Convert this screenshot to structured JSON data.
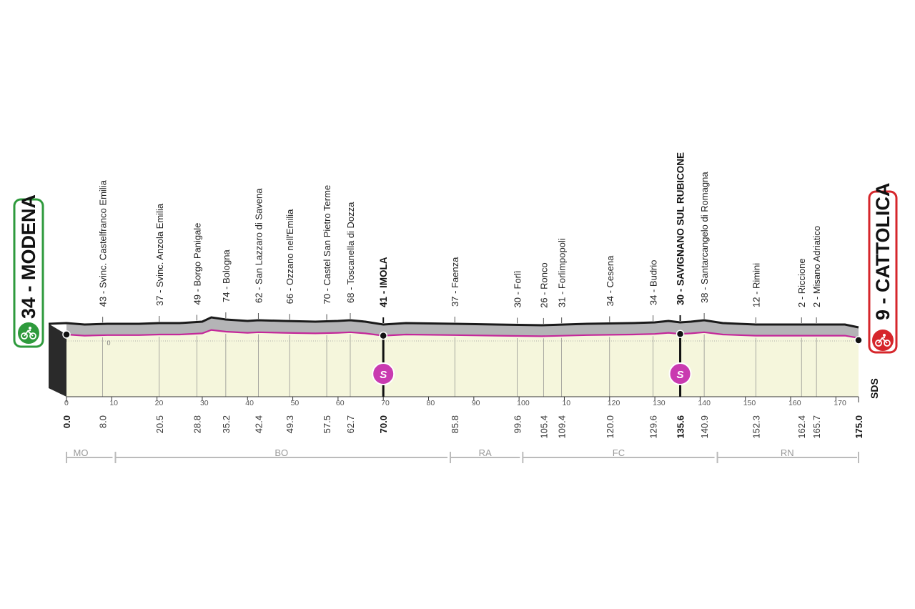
{
  "start": {
    "name": "34 - MODENA",
    "color": "#2e9a3c",
    "icon": "bicycle-icon"
  },
  "finish": {
    "name": "9 - CATTOLICA",
    "color": "#d6262b",
    "icon": "bicycle-icon"
  },
  "brand": "SDS",
  "colors": {
    "fill": "#f5f6dc",
    "top": "#b4b4b6",
    "route": "#c4289a",
    "sprint": "#c93ab0"
  },
  "chart_data": {
    "type": "area",
    "xlim": [
      0,
      175
    ],
    "profile_km": [
      0,
      4,
      9,
      16,
      20.5,
      25,
      30,
      32,
      35.2,
      40,
      42.4,
      48,
      55,
      60,
      62.7,
      66,
      68,
      70,
      75,
      85.8,
      95,
      105,
      115,
      125,
      130,
      133,
      135.6,
      138,
      140.9,
      145,
      152.3,
      160,
      165.7,
      170,
      172,
      175
    ],
    "ticks": [
      0,
      10,
      20,
      30,
      40,
      50,
      60,
      70,
      80,
      90,
      100,
      110,
      120,
      130,
      140,
      150,
      160,
      170
    ],
    "tick_labels": [
      "0",
      "10",
      "20",
      "30",
      "40",
      "50",
      "60",
      "70",
      "80",
      "90",
      "100",
      "10",
      "120",
      "130",
      "140",
      "150",
      "160",
      "170"
    ],
    "axis_zero_label": "0",
    "waypoints": [
      {
        "km": 0.0,
        "km_label": "0.0",
        "label": "",
        "bold": true
      },
      {
        "km": 8.0,
        "km_label": "8.0",
        "label": "43 - Svinc. Castelfranco Emilia"
      },
      {
        "km": 20.5,
        "km_label": "20.5",
        "label": "37 - Svinc. Anzola Emilia"
      },
      {
        "km": 28.8,
        "km_label": "28.8",
        "label": "49 - Borgo Panigale"
      },
      {
        "km": 35.2,
        "km_label": "35.2",
        "label": "74 - Bologna"
      },
      {
        "km": 42.4,
        "km_label": "42.4",
        "label": "62 - San Lazzaro di Savena"
      },
      {
        "km": 49.3,
        "km_label": "49.3",
        "label": "66 - Ozzano nell'Emilia"
      },
      {
        "km": 57.5,
        "km_label": "57.5",
        "label": "70 - Castel San Pietro Terme"
      },
      {
        "km": 62.7,
        "km_label": "62.7",
        "label": "68 - Toscanella di Dozza"
      },
      {
        "km": 70.0,
        "km_label": "70.0",
        "label": "41 - IMOLA",
        "bold": true,
        "sprint": true
      },
      {
        "km": 85.8,
        "km_label": "85.8",
        "label": "37 - Faenza"
      },
      {
        "km": 99.6,
        "km_label": "99.6",
        "label": "30 - Forlì"
      },
      {
        "km": 105.4,
        "km_label": "105.4",
        "label": "26 - Ronco"
      },
      {
        "km": 109.4,
        "km_label": "109.4",
        "label": "31 - Forlimpopoli"
      },
      {
        "km": 120.0,
        "km_label": "120.0",
        "label": "34 - Cesena"
      },
      {
        "km": 129.6,
        "km_label": "129.6",
        "label": "34 - Budrio"
      },
      {
        "km": 135.6,
        "km_label": "135.6",
        "label": "30 - SAVIGNANO SUL RUBICONE",
        "bold": true,
        "sprint": true
      },
      {
        "km": 140.9,
        "km_label": "140.9",
        "label": "38 - Santarcangelo di Romagna"
      },
      {
        "km": 152.3,
        "km_label": "152.3",
        "label": "12 - Rimini"
      },
      {
        "km": 162.4,
        "km_label": "162.4",
        "label": "2 - Riccione"
      },
      {
        "km": 165.7,
        "km_label": "165.7",
        "label": "2 - Misano Adriatico"
      },
      {
        "km": 175.0,
        "km_label": "175.0",
        "label": "",
        "bold": true
      }
    ],
    "sprint_symbol": "S",
    "regions": [
      {
        "name": "MO",
        "from": 0,
        "to": 10.5
      },
      {
        "name": "BO",
        "from": 10.5,
        "to": 84.5
      },
      {
        "name": "RA",
        "from": 84.5,
        "to": 100.5
      },
      {
        "name": "FC",
        "from": 100.5,
        "to": 143.5
      },
      {
        "name": "RN",
        "from": 143.5,
        "to": 175
      }
    ]
  }
}
